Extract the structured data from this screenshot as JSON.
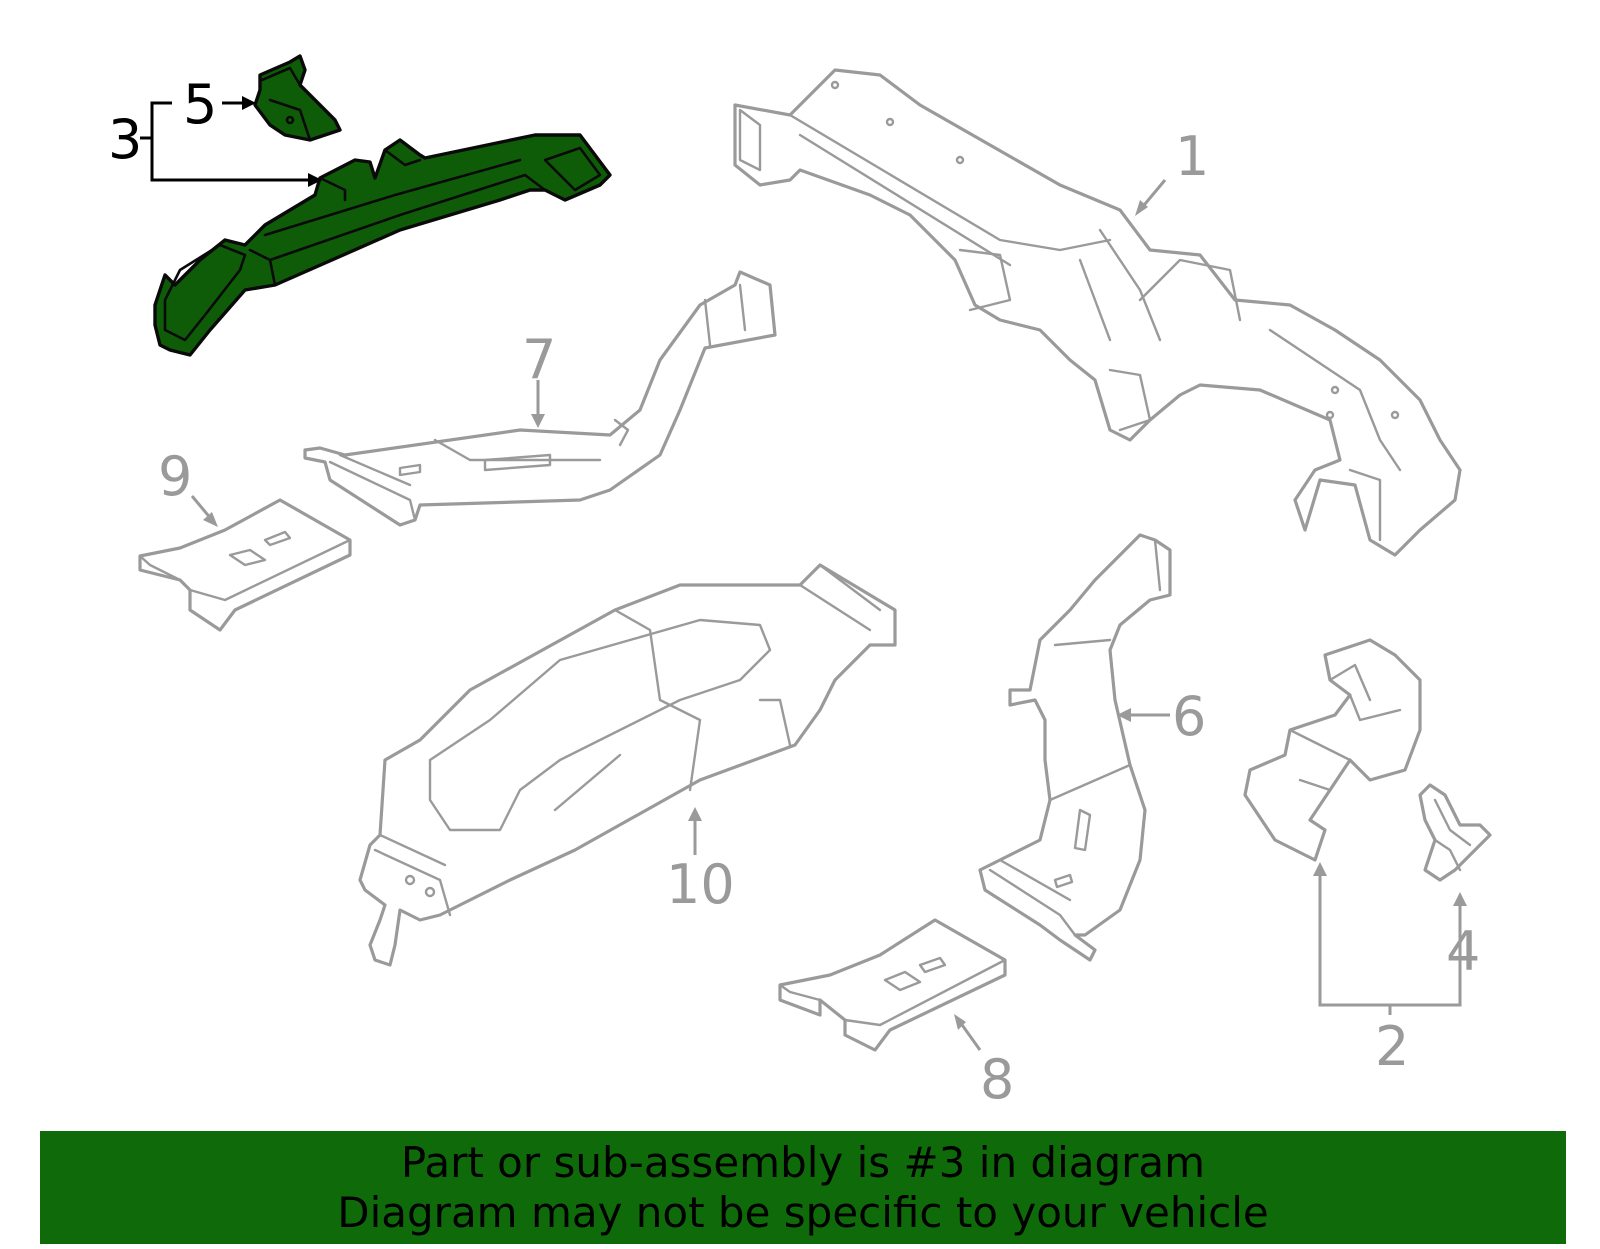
{
  "diagram": {
    "callouts": {
      "c1": "1",
      "c2": "2",
      "c3": "3",
      "c4": "4",
      "c5": "5",
      "c6": "6",
      "c7": "7",
      "c8": "8",
      "c9": "9",
      "c10": "10"
    },
    "highlight_part": "3"
  },
  "banner": {
    "line1": "Part or sub-assembly is #3 in diagram",
    "line2": "Diagram may not be specific to your vehicle"
  },
  "colors": {
    "highlight": "#0f5c08",
    "banner": "#0f6b0a",
    "line_gray": "#9a9a9a"
  }
}
